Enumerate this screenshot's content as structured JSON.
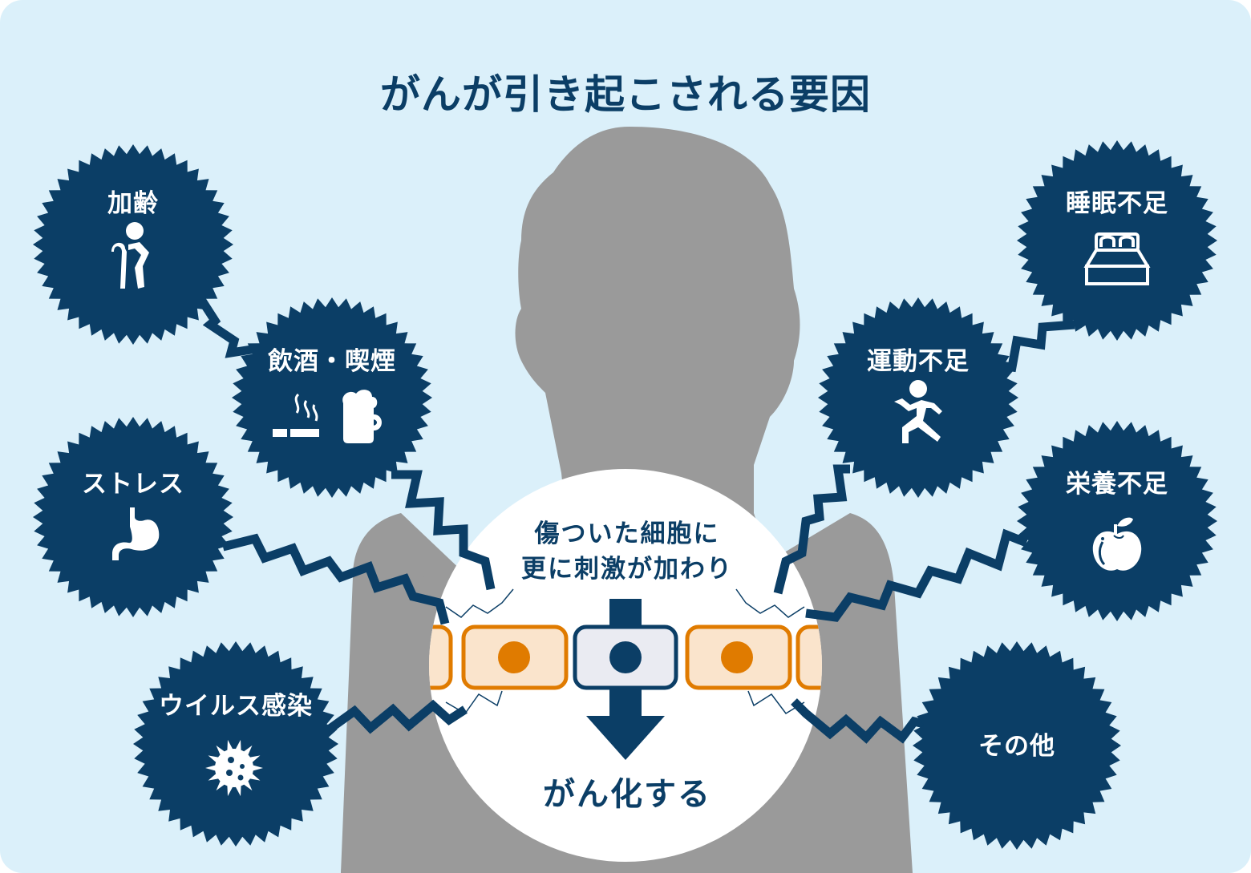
{
  "title": "がんが引き起こされる要因",
  "colors": {
    "background": "#dbf0fa",
    "navy": "#0b3e66",
    "silhouette": "#9a9a9a",
    "cell_orange": "#e07b00",
    "cell_orange_fill": "#fae4cc",
    "cell_damaged_fill": "#eaebf2",
    "white": "#ffffff"
  },
  "factors": {
    "aging": {
      "label": "加齢",
      "icon": "elderly-with-cane-icon"
    },
    "drinking_smoking": {
      "label": "飲酒・喫煙",
      "icons": [
        "cigarette-icon",
        "beer-mug-icon"
      ]
    },
    "stress": {
      "label": "ストレス",
      "icon": "stomach-icon"
    },
    "virus": {
      "label": "ウイルス感染",
      "icon": "virus-icon"
    },
    "sleep": {
      "label": "睡眠不足",
      "icon": "bed-icon"
    },
    "exercise": {
      "label": "運動不足",
      "icon": "running-person-icon"
    },
    "nutrition": {
      "label": "栄養不足",
      "icon": "apple-icon"
    },
    "other": {
      "label": "その他"
    }
  },
  "center": {
    "line1": "傷ついた細胞に",
    "line2": "更に刺激が加わり",
    "result": "がん化する"
  }
}
